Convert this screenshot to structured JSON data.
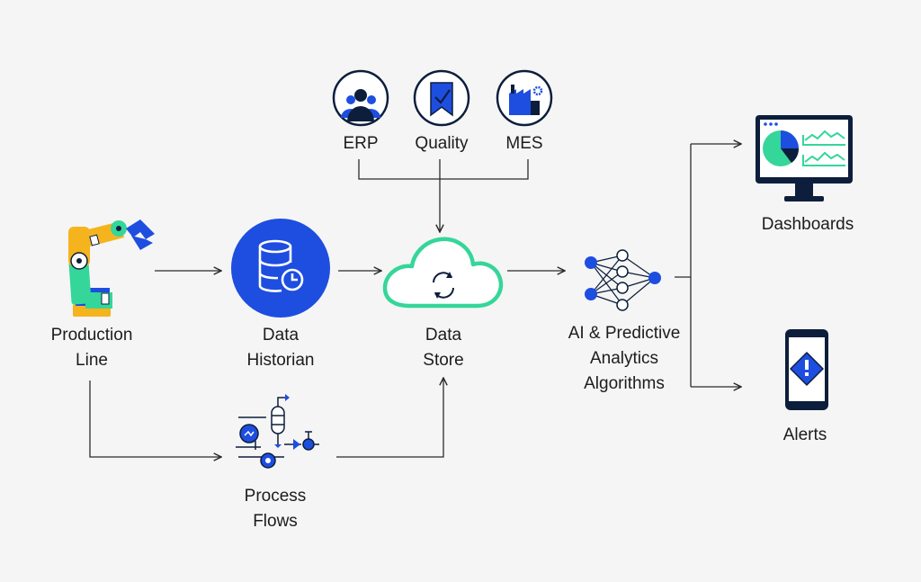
{
  "nodes": {
    "erp": {
      "label": "ERP",
      "icon": "people-icon"
    },
    "quality": {
      "label": "Quality",
      "icon": "ribbon-check-icon"
    },
    "mes": {
      "label": "MES",
      "icon": "factory-gear-icon"
    },
    "production_line": {
      "line1": "Production",
      "line2": "Line",
      "icon": "robot-arm-icon"
    },
    "data_historian": {
      "line1": "Data",
      "line2": "Historian",
      "icon": "database-clock-icon"
    },
    "data_store": {
      "line1": "Data",
      "line2": "Store",
      "icon": "cloud-sync-icon"
    },
    "process_flows": {
      "line1": "Process",
      "line2": "Flows",
      "icon": "process-flow-icon"
    },
    "ai": {
      "line1": "AI & Predictive",
      "line2": "Analytics",
      "line3": "Algorithms",
      "icon": "neural-network-icon"
    },
    "dashboards": {
      "label": "Dashboards",
      "icon": "monitor-chart-icon"
    },
    "alerts": {
      "label": "Alerts",
      "icon": "phone-alert-icon"
    }
  },
  "colors": {
    "blue": "#1d4ee0",
    "green": "#35d69a",
    "yellow": "#f5b41e",
    "navy": "#0c1e3c",
    "line": "#2b2b2b"
  }
}
